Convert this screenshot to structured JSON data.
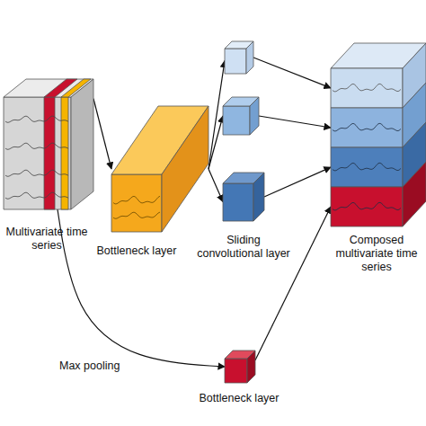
{
  "diagram": {
    "nodes": [
      {
        "text": [
          "Multivariate time series"
        ]
      },
      {
        "text": [
          "Bottleneck layer"
        ]
      },
      {
        "text": []
      },
      {
        "text": []
      },
      {
        "text": [
          "Sliding convolutional layer"
        ]
      },
      {
        "text": [
          "Composed multivariate time series"
        ]
      },
      {
        "text": [
          "Bottleneck layer"
        ]
      }
    ],
    "edges": [
      {
        "from": 0,
        "to": 1,
        "arrow": "to"
      },
      {
        "from": 1,
        "to": 2,
        "arrow": "to"
      },
      {
        "from": 1,
        "to": 3,
        "arrow": "to"
      },
      {
        "from": 1,
        "to": 4,
        "arrow": "to"
      },
      {
        "from": 2,
        "to": 5,
        "arrow": "to"
      },
      {
        "from": 3,
        "to": 5,
        "arrow": "to"
      },
      {
        "from": 4,
        "to": 5,
        "arrow": "to"
      },
      {
        "from": 0,
        "to": 6,
        "label": "Max pooling",
        "arrow": "to"
      },
      {
        "from": 6,
        "to": 5,
        "arrow": "to"
      }
    ]
  }
}
